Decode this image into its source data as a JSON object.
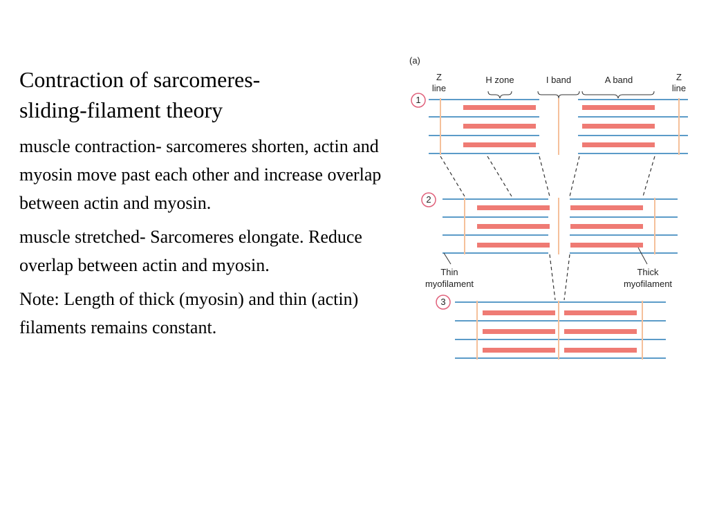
{
  "slide": {
    "title_line1": "Contraction of sarcomeres-",
    "title_line2": "sliding-filament theory",
    "para1": "muscle contraction- sarcomeres shorten, actin and myosin move past each other and increase overlap between actin and myosin.",
    "para2": "muscle stretched- Sarcomeres elongate. Reduce overlap between actin and myosin.",
    "para3": "Note: Length of thick (myosin) and thin (actin) filaments remains constant."
  },
  "diagram": {
    "panel_label": "(a)",
    "z_line_left_1": "Z",
    "z_line_left_2": "line",
    "h_zone": "H zone",
    "i_band": "I band",
    "a_band": "A band",
    "z_line_right_1": "Z",
    "z_line_right_2": "line",
    "step1": "1",
    "step2": "2",
    "step3": "3",
    "thin_1": "Thin",
    "thin_2": "myofilament",
    "thick_1": "Thick",
    "thick_2": "myofilament",
    "colors": {
      "thin_filament": "#5b9bc8",
      "thick_filament": "#ef7b74",
      "z_line": "#f5c09a",
      "step_circle": "#e0607a",
      "dashed": "#333333"
    }
  }
}
